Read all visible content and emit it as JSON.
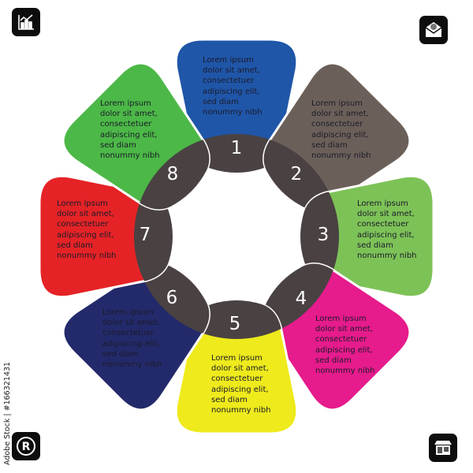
{
  "cap_color": "#4a4142",
  "text_color": "#1b1b2a",
  "petals": [
    {
      "number": "1",
      "color": "#1f56a8",
      "lines": [
        "Lorem ipsum",
        "dolor sit amet,",
        "consectetuer",
        "adipiscing elit,",
        "sed diam",
        "nonummy nibh"
      ]
    },
    {
      "number": "2",
      "color": "#6b6059",
      "lines": [
        "Lorem ipsum",
        "dolor sit amet,",
        "consectetuer",
        "adipiscing elit,",
        "sed diam",
        "nonummy nibh"
      ]
    },
    {
      "number": "3",
      "color": "#7dc257",
      "lines": [
        "Lorem ipsum",
        "dolor sit amet,",
        "consectetuer",
        "adipiscing elit,",
        "sed diam",
        "nonummy nibh"
      ]
    },
    {
      "number": "4",
      "color": "#e61b8c",
      "lines": [
        "Lorem ipsum",
        "dolor sit amet,",
        "consectetuer",
        "adipiscing elit,",
        "sed diam",
        "nonummy nibh"
      ]
    },
    {
      "number": "5",
      "color": "#eeea1c",
      "lines": [
        "Lorem ipsum",
        "dolor sit amet,",
        "consectetuer",
        "adipiscing elit,",
        "sed diam",
        "nonummy nibh"
      ]
    },
    {
      "number": "6",
      "color": "#232a6b",
      "lines": [
        "Lorem ipsum",
        "dolor sit amet,",
        "consectetuer",
        "adipiscing elit,",
        "sed diam",
        "nonummy nibh"
      ]
    },
    {
      "number": "7",
      "color": "#e52326",
      "lines": [
        "Lorem ipsum",
        "dolor sit amet,",
        "consectetuer",
        "adipiscing elit,",
        "sed diam",
        "nonummy nibh"
      ]
    },
    {
      "number": "8",
      "color": "#4cb847",
      "lines": [
        "Lorem ipsum",
        "dolor sit amet,",
        "consectetuer",
        "adipiscing elit,",
        "sed diam",
        "nonummy nibh"
      ]
    }
  ],
  "corner_icons": [
    "chart-icon",
    "email-icon",
    "registered-icon",
    "shop-icon"
  ],
  "credit": "Adobe Stock | #166321431"
}
